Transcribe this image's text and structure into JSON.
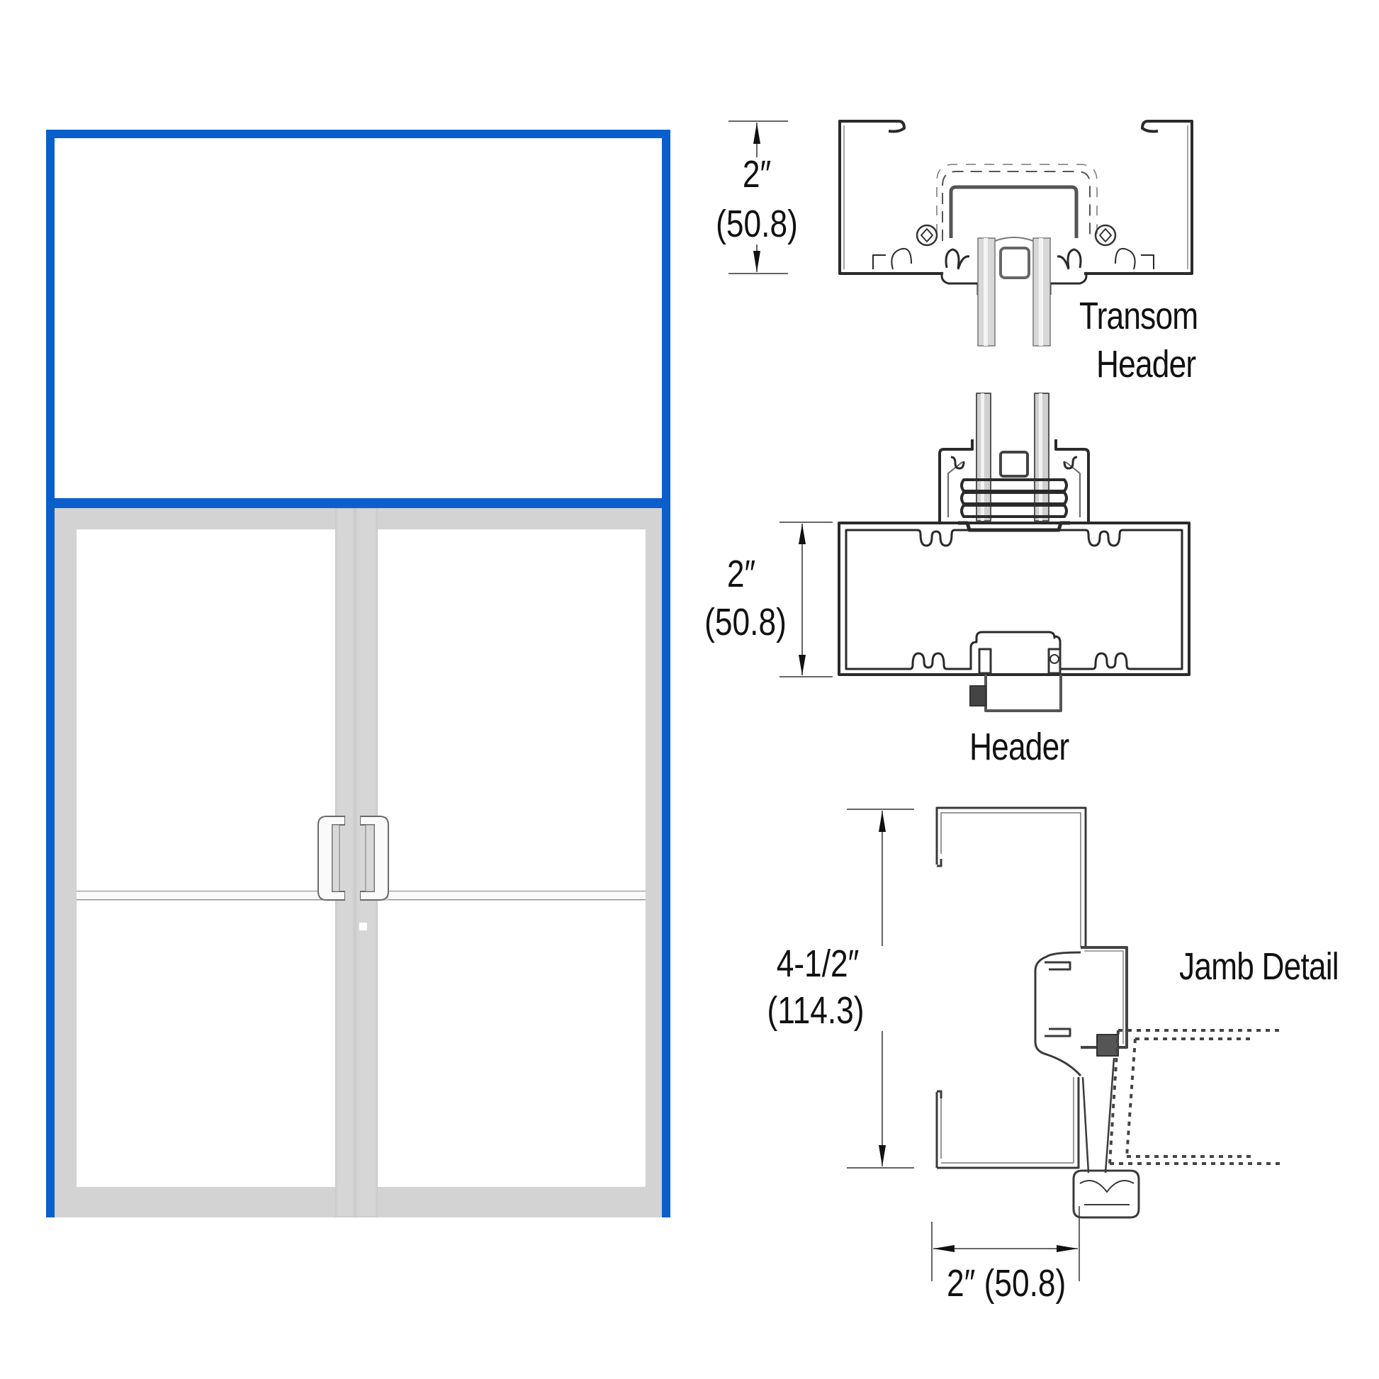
{
  "elevation": {
    "title": "Double door with transom elevation",
    "frame_color": "#0b5fcd",
    "door_frame_color": "#d3d3d3",
    "panels": [
      "transom-glass",
      "left-door-upper-glass",
      "left-door-lower-glass",
      "right-door-upper-glass",
      "right-door-lower-glass"
    ]
  },
  "sections": {
    "transom_header": {
      "label_line1": "Transom",
      "label_line2": "Header",
      "dim_inches": "2″",
      "dim_mm": "(50.8)"
    },
    "header": {
      "label": "Header",
      "dim_inches": "2″",
      "dim_mm": "(50.8)"
    },
    "jamb": {
      "label": "Jamb Detail",
      "dim_vertical_inches": "4-1/2″",
      "dim_vertical_mm": "(114.3)",
      "dim_horizontal": "2″ (50.8)"
    }
  }
}
